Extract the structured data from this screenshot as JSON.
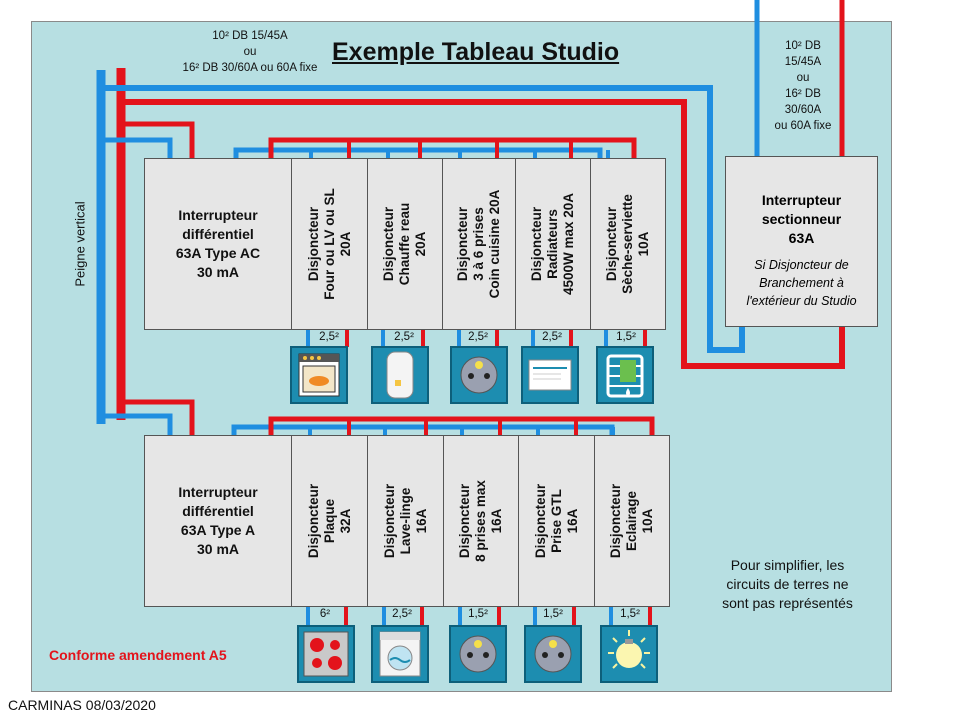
{
  "title": "Exemple Tableau Studio",
  "top_note": {
    "line1": "10² DB 15/45A",
    "line2": "ou",
    "line3": "16² DB 30/60A ou 60A fixe"
  },
  "right_note": {
    "line1": "10² DB",
    "line2": "15/45A",
    "line3": "ou",
    "line4": "16² DB",
    "line5": "30/60A",
    "line6": "ou 60A fixe"
  },
  "peigne_label": "Peigne vertical",
  "sectionneur": {
    "line1": "Interrupteur",
    "line2": "sectionneur",
    "line3": "63A",
    "sub1": "Si Disjoncteur de",
    "sub2": "Branchement à",
    "sub3": "l'extérieur du Studio"
  },
  "row1": {
    "diff": {
      "line1": "Interrupteur",
      "line2": "différentiel",
      "line3": "63A Type AC",
      "line4": "30 mA"
    },
    "breakers": [
      {
        "line1": "Disjoncteur",
        "line2": "Four ou LV ou SL",
        "line3": "20A",
        "gauge": "2,5²",
        "icon": "oven-icon"
      },
      {
        "line1": "Disjoncteur",
        "line2": "Chauffe reau",
        "line3": "20A",
        "gauge": "2,5²",
        "icon": "water-heater-icon"
      },
      {
        "line1": "Disjoncteur",
        "line2": "3 à 6 prises",
        "line3": "Coin cuisine 20A",
        "gauge": "2,5²",
        "icon": "outlet-icon"
      },
      {
        "line1": "Disjoncteur",
        "line2": "Radiateurs",
        "line3": "4500W max 20A",
        "gauge": "2,5²",
        "icon": "radiator-icon"
      },
      {
        "line1": "Disjoncteur",
        "line2": "Sèche-serviette",
        "line3": "10A",
        "gauge": "1,5²",
        "icon": "towel-dryer-icon"
      }
    ]
  },
  "row2": {
    "diff": {
      "line1": "Interrupteur",
      "line2": "différentiel",
      "line3": "63A Type A",
      "line4": "30 mA"
    },
    "breakers": [
      {
        "line1": "Disjoncteur",
        "line2": "Plaque",
        "line3": "32A",
        "gauge": "6²",
        "icon": "cooktop-icon"
      },
      {
        "line1": "Disjoncteur",
        "line2": "Lave-linge",
        "line3": "16A",
        "gauge": "2,5²",
        "icon": "washing-machine-icon"
      },
      {
        "line1": "Disjoncteur",
        "line2": "8 prises max",
        "line3": "16A",
        "gauge": "1,5²",
        "icon": "outlet-icon"
      },
      {
        "line1": "Disjoncteur",
        "line2": "Prise GTL",
        "line3": "16A",
        "gauge": "1,5²",
        "icon": "outlet-icon"
      },
      {
        "line1": "Disjoncteur",
        "line2": "Eclairage",
        "line3": "10A",
        "gauge": "1,5²",
        "icon": "light-bulb-icon"
      }
    ]
  },
  "conforme": "Conforme amendement A5",
  "simplifier": {
    "line1": "Pour simplifier, les",
    "line2": "circuits de terres ne",
    "line3": "sont pas représentés"
  },
  "signature": "CARMINAS 08/03/2020",
  "colors": {
    "phase": "#e3131b",
    "neutral": "#1f8ee0",
    "panel": "#b7dfe2",
    "module": "#e6e6e6",
    "icon_bg": "#1d8db0"
  }
}
